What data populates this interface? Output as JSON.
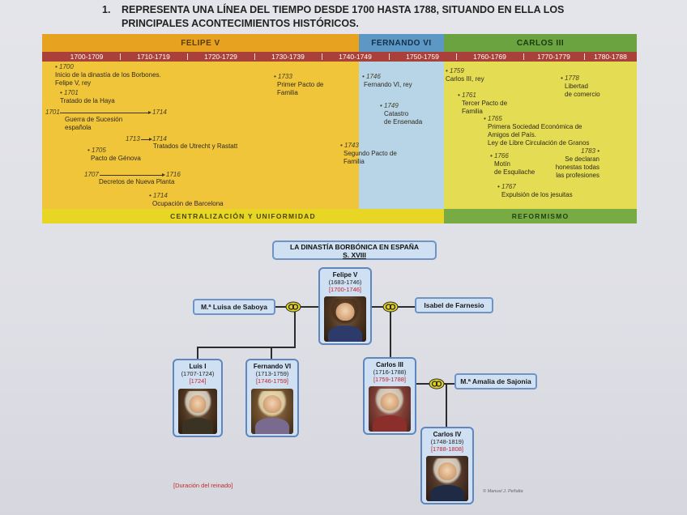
{
  "exercise": {
    "number": "1.",
    "text": "REPRESENTA UNA LÍNEA DEL TIEMPO DESDE 1700 HASTA 1788, SITUANDO EN ELLA LOS PRINCIPALES ACONTECIMIENTOS HISTÓRICOS."
  },
  "timeline": {
    "reigns": [
      "FELIPE V",
      "FERNANDO VI",
      "CARLOS III"
    ],
    "decades": [
      "1700-1709",
      "1710-1719",
      "1720-1729",
      "1730-1739",
      "1740-1749",
      "1750-1759",
      "1760-1769",
      "1770-1779",
      "1780-1788"
    ],
    "footers": [
      "CENTRALIZACIÓN Y UNIFORMIDAD",
      "REFORMISMO"
    ],
    "events": [
      {
        "year": "• 1700",
        "lines": [
          "Inicio de la dinastía de los Borbones.",
          "Felipe V, rey"
        ]
      },
      {
        "year": "• 1701",
        "lines": [
          "Tratado de la Haya"
        ]
      },
      {
        "year": "1701",
        "end": "1714",
        "lines": [
          "Guerra de Sucesión",
          "española"
        ]
      },
      {
        "year": "1713",
        "end": "1714",
        "lines": [
          "Tratados de Utrecht y Rastatt"
        ]
      },
      {
        "year": "• 1705",
        "lines": [
          "Pacto de Génova"
        ]
      },
      {
        "year": "1707",
        "end": "1716",
        "lines": [
          "Decretos de Nueva Planta"
        ]
      },
      {
        "year": "• 1714",
        "lines": [
          "Ocupación de Barcelona"
        ]
      },
      {
        "year": "• 1733",
        "lines": [
          "Primer Pacto de",
          "Familia"
        ]
      },
      {
        "year": "• 1743",
        "lines": [
          "Segundo Pacto de",
          "Familia"
        ]
      },
      {
        "year": "• 1746",
        "lines": [
          "Fernando VI, rey"
        ]
      },
      {
        "year": "• 1749",
        "lines": [
          "Catastro",
          "de Ensenada"
        ]
      },
      {
        "year": "• 1759",
        "lines": [
          "Carlos III, rey"
        ]
      },
      {
        "year": "• 1761",
        "lines": [
          "Tercer Pacto de",
          "Familia"
        ]
      },
      {
        "year": "• 1765",
        "lines": [
          "Primera Sociedad Económica de",
          "Amigos del País.",
          "Ley de Libre Circulación de Granos"
        ]
      },
      {
        "year": "• 1766",
        "lines": [
          "Motín",
          "de Esquilache"
        ]
      },
      {
        "year": "• 1767",
        "lines": [
          "Expulsión de los jesuitas"
        ]
      },
      {
        "year": "• 1778",
        "lines": [
          "Libertad",
          "de comercio"
        ]
      },
      {
        "year": "1783 •",
        "lines": [
          "Se declaran",
          "honestas todas",
          "las profesiones"
        ]
      }
    ]
  },
  "dynasty": {
    "title_line1": "LA DINASTÍA BORBÓNICA EN ESPAÑA",
    "title_line2": "S. XVIII",
    "kings": [
      {
        "name": "Felipe V",
        "life": "(1683-1746)",
        "reign": "[1700-1746]"
      },
      {
        "name": "Luis I",
        "life": "(1707-1724)",
        "reign": "[1724]"
      },
      {
        "name": "Fernando VI",
        "life": "(1713-1759)",
        "reign": "[1746-1759]"
      },
      {
        "name": "Carlos III",
        "life": "(1716-1788)",
        "reign": "[1759-1788]"
      },
      {
        "name": "Carlos IV",
        "life": "(1748-1819)",
        "reign": "[1788-1808]"
      }
    ],
    "spouses": [
      "M.ª Luisa de Saboya",
      "Isabel de Farnesio",
      "M.ª Amalia de Sajonia"
    ],
    "note": "[Duración del reinado]",
    "credit": "© Manuel J. Peñalta"
  }
}
